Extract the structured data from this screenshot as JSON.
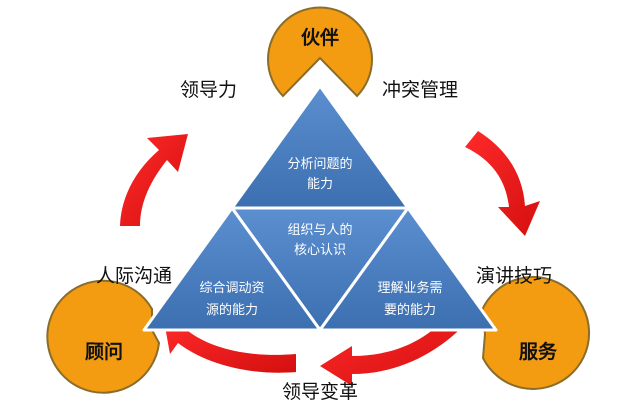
{
  "nodes": {
    "top": "伙伴",
    "left": "顾问",
    "right": "服务"
  },
  "outer_labels": {
    "top_left": "领导力",
    "top_right": "冲突管理",
    "mid_left": "人际沟通",
    "mid_right": "演讲技巧",
    "bottom": "领导变革"
  },
  "triangle": {
    "top": [
      "分析问题的",
      "能力"
    ],
    "center": [
      "组织与人的",
      "核心认识"
    ],
    "left": [
      "综合调动资",
      "源的能力"
    ],
    "right": [
      "理解业务需",
      "要的能力"
    ]
  },
  "colors": {
    "node_fill": "#f39c12",
    "node_stroke": "#8a6d2a",
    "triangle_fill": "#4a7fc1",
    "triangle_stroke": "#ffffff",
    "arrow": "#ee1c1c"
  }
}
